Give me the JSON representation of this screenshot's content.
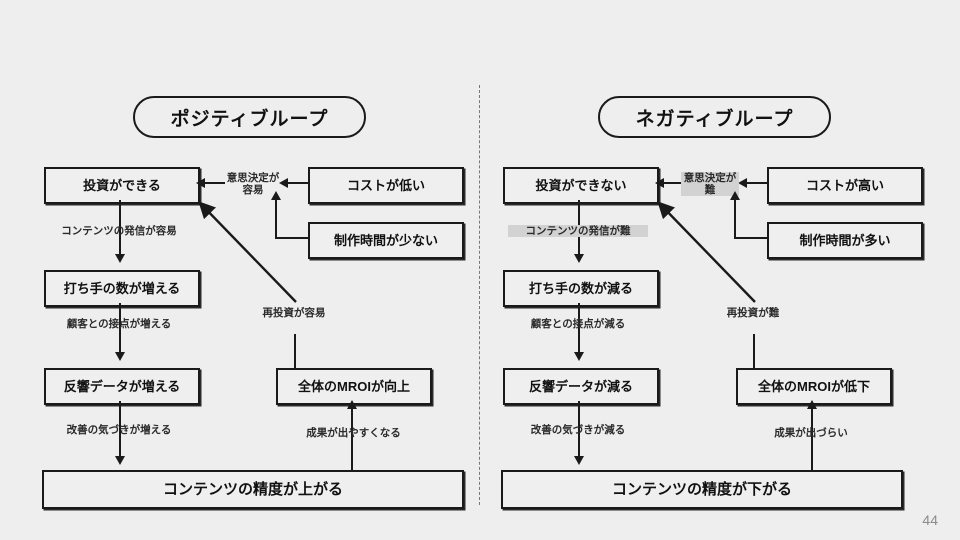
{
  "slide": {
    "page_number": "44",
    "background_color": "#eeeeee",
    "line_color": "#1a1a1a",
    "highlight_color": "#d2d2d2"
  },
  "panels": [
    {
      "id": "positive",
      "title": "ポジティブループ",
      "nodes": {
        "invest": "投資ができる",
        "moves": "打ち手の数が増える",
        "data": "反響データが増える",
        "accuracy": "コンテンツの精度が上がる",
        "mroi": "全体のMROIが向上",
        "cost": "コストが低い",
        "time": "制作時間が少ない"
      },
      "edge_labels": {
        "decision": "意思決定が容易",
        "decision_highlight": false,
        "publish": "コンテンツの発信が容易",
        "publish_highlight": false,
        "touchpoints": "顧客との接点が増える",
        "improvement": "改善の気づきが増える",
        "reinvest": "再投資が容易",
        "results": "成果が出やすくなる"
      }
    },
    {
      "id": "negative",
      "title": "ネガティブループ",
      "nodes": {
        "invest": "投資ができない",
        "moves": "打ち手の数が減る",
        "data": "反響データが減る",
        "accuracy": "コンテンツの精度が下がる",
        "mroi": "全体のMROIが低下",
        "cost": "コストが高い",
        "time": "制作時間が多い"
      },
      "edge_labels": {
        "decision": "意思決定が難",
        "decision_highlight": true,
        "publish": "コンテンツの発信が難",
        "publish_highlight": true,
        "touchpoints": "顧客との接点が減る",
        "improvement": "改善の気づきが減る",
        "reinvest": "再投資が難",
        "results": "成果が出づらい"
      }
    }
  ]
}
